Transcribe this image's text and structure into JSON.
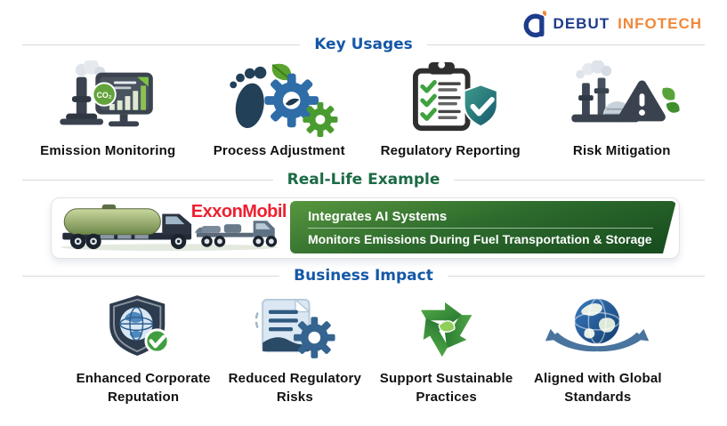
{
  "brand": {
    "primary": "DEBUT",
    "secondary": "INFOTECH"
  },
  "key_usages": {
    "title": "Key Usages",
    "items": [
      {
        "label": "Emission Monitoring",
        "icon": "emission-monitoring-icon"
      },
      {
        "label": "Process Adjustment",
        "icon": "process-adjustment-icon"
      },
      {
        "label": "Regulatory Reporting",
        "icon": "regulatory-reporting-icon"
      },
      {
        "label": "Risk Mitigation",
        "icon": "risk-mitigation-icon"
      }
    ]
  },
  "real_life_example": {
    "title": "Real-Life Example",
    "company": "ExxonMobil",
    "banner_line1": "Integrates AI Systems",
    "banner_line2": "Monitors Emissions During Fuel Transportation & Storage"
  },
  "business_impact": {
    "title": "Business Impact",
    "items": [
      {
        "label": "Enhanced Corporate Reputation",
        "icon": "corporate-reputation-icon"
      },
      {
        "label": "Reduced Regulatory Risks",
        "icon": "reduced-regulatory-risks-icon"
      },
      {
        "label": "Support Sustainable Practices",
        "icon": "sustainable-practices-icon"
      },
      {
        "label": "Aligned with Global Standards",
        "icon": "global-standards-icon"
      }
    ]
  },
  "icon_screen_badge": "CO₂",
  "colors": {
    "heading_blue": "#1558a7",
    "heading_green": "#1c6b45",
    "brand_navy": "#1e3c8c",
    "brand_orange": "#f0883a",
    "exxon_red": "#ee2030",
    "banner_green_light": "#58973f",
    "banner_green_dark": "#164a1e",
    "label_black": "#111111"
  }
}
